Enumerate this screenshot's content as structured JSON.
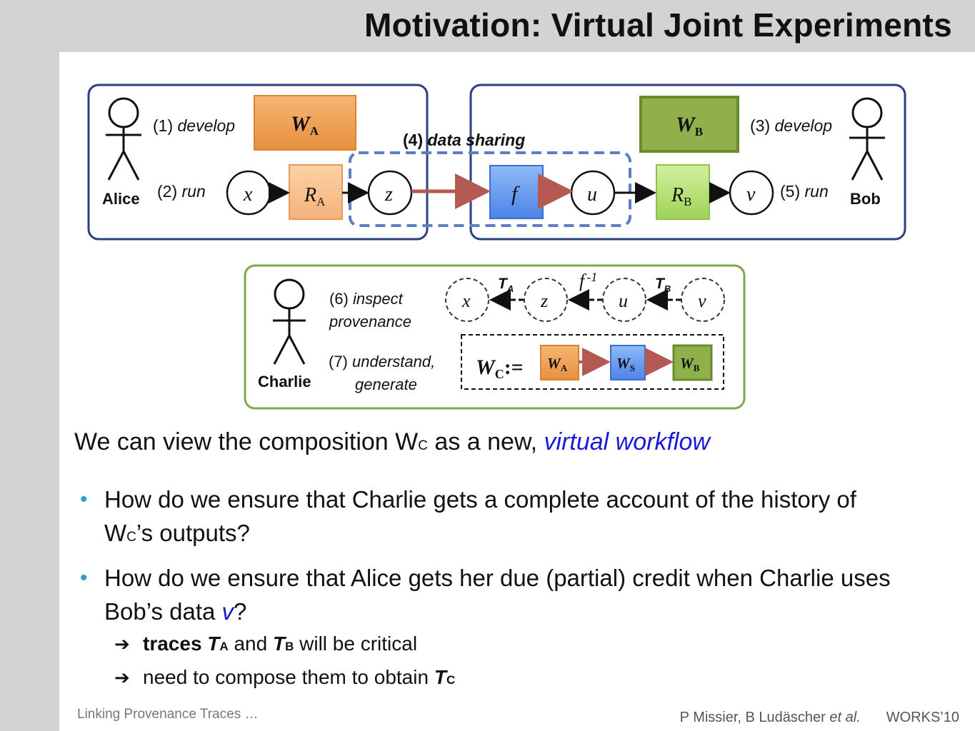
{
  "slide": {
    "title": "Motivation: Virtual Joint Experiments",
    "lead_prefix": "We can view the composition W",
    "lead_sub": "C",
    "lead_mid": " as a new, ",
    "lead_emph": "virtual workflow",
    "bullet_marker": "•",
    "bullet1_a": "How do we ensure that Charlie gets a complete account of the history of W",
    "bullet1_sub": "C",
    "bullet1_b": "’s outputs?",
    "bullet2_a": "How do we ensure that Alice gets her due (partial) credit when Charlie uses Bob’s data ",
    "bullet2_v": "v",
    "bullet2_b": "?",
    "arrow_glyph": "➔",
    "sub1_bold": "traces ",
    "sub1_T": "T",
    "sub1_TA": "A",
    "sub1_and": " and ",
    "sub1_TB": "B",
    "sub1_end": " will be critical",
    "sub2_text": "need to compose them to obtain ",
    "sub2_TC": "C",
    "footer_left": "Linking Provenance Traces …",
    "footer_authors": "P Missier, B Ludäscher ",
    "footer_etal": "et al.",
    "footer_venue": "WORKS’10"
  },
  "diagram": {
    "alice": "Alice",
    "bob": "Bob",
    "charlie": "Charlie",
    "step1_num": "(1) ",
    "step1_verb": "develop",
    "step2_num": "(2) ",
    "step2_verb": "run",
    "step3_num": "(3) ",
    "step3_verb": "develop",
    "step4_num": "(4) ",
    "step4_verb": "data sharing",
    "step5_num": "(5) ",
    "step5_verb": "run",
    "step6_num": "(6) ",
    "step6_verb": "inspect",
    "step6_line2": "provenance",
    "step7_num": "(7) ",
    "step7_verb": "understand,",
    "step7_line2": "generate",
    "W": "W",
    "R": "R",
    "T": "T",
    "sub_A": "A",
    "sub_B": "B",
    "sub_C": "C",
    "sub_S": "S",
    "node_x": "x",
    "node_z": "z",
    "node_u": "u",
    "node_v": "v",
    "node_f": "f",
    "finv": "f",
    "finv_sup": "-1",
    "assign": ":=",
    "colors": {
      "alice_box": "#f2a45a",
      "bob_box": "#8fb04a",
      "rb_box": "#b9e07a",
      "f_box": "#6e9ff0",
      "ws_box": "#8fb2f3",
      "frame": "#2c3f7f",
      "sharing": "#5b7fc0",
      "charlie_frame": "#7fa84a",
      "link": "#b45a52"
    }
  }
}
